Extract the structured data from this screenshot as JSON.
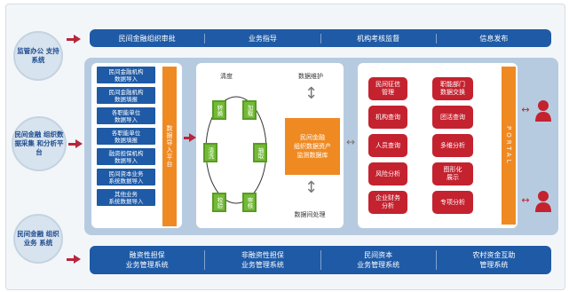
{
  "top_bar": [
    "民间金融组织审批",
    "业务指导",
    "机构考核监督",
    "信息发布"
  ],
  "bottom_bar": [
    "融资性担保\n业务管理系统",
    "非融资性担保\n业务管理系统",
    "民间资本\n业务管理系统",
    "农村资金互助\n管理系统"
  ],
  "left_nodes": [
    "监管办公\n支持系统",
    "民间金融\n组织数据采集\n和分析平台",
    "民间金融\n组织业务\n系统"
  ],
  "sources": [
    "民间金融机构\n数据导入",
    "民间金融机构\n数据填报",
    "各职能单位\n数据导入",
    "各职能单位\n数据填报",
    "融资担保机构\n数据导入",
    "民间资本业务\n系统数据导入",
    "其他业务\n系统数据导入"
  ],
  "import_platform": "数据导入平台",
  "clean_label": "清度",
  "maintain_label": "数据维护",
  "process_label": "数据间处理",
  "green_nodes": [
    "转换",
    "加载",
    "清洗",
    "抽取",
    "校验",
    "审核"
  ],
  "center_db": "民间金融\n组织数据资产\n监测数据库",
  "red_left": [
    "民间征信\n管理",
    "机构查询",
    "人员查询",
    "风险分析",
    "企业财务\n分析"
  ],
  "red_right": [
    "职能部门\n数据交换",
    "团活查询",
    "多维分析",
    "图形化\n展示",
    "专项分析"
  ],
  "portal": "PORTAL",
  "colors": {
    "blue": "#1e5aa6",
    "orange": "#ef8a22",
    "green": "#73bb37",
    "red": "#c4222f",
    "arrow": "#b8263b"
  }
}
